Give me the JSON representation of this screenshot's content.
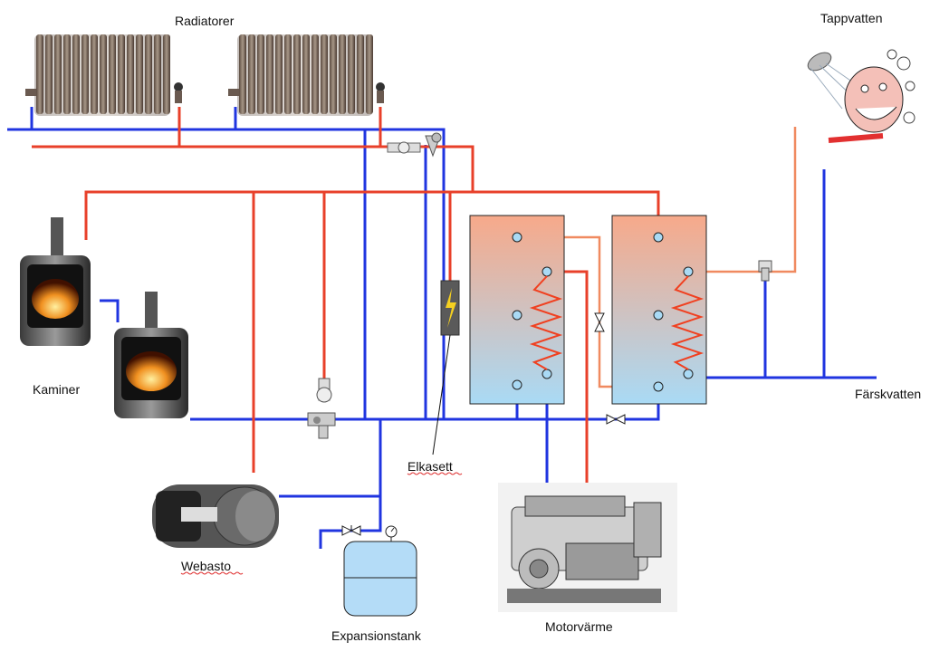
{
  "labels": {
    "radiators": "Radiatorer",
    "tap_water": "Tappvatten",
    "stoves": "Kaminer",
    "fresh_water": "Färskvatten",
    "electric_cassette": "Elkasett",
    "webasto": "Webasto",
    "expansion_tank": "Expansionstank",
    "engine_heat": "Motorvärme"
  },
  "colors": {
    "hot_pipe": "#e8402a",
    "cold_pipe": "#2035e0",
    "warm_tap_pipe": "#f08a60",
    "tank_top": "#f7a98a",
    "tank_bottom": "#a9daf5",
    "expansion_tank": "#b4dcf7",
    "coil": "#f04020"
  }
}
